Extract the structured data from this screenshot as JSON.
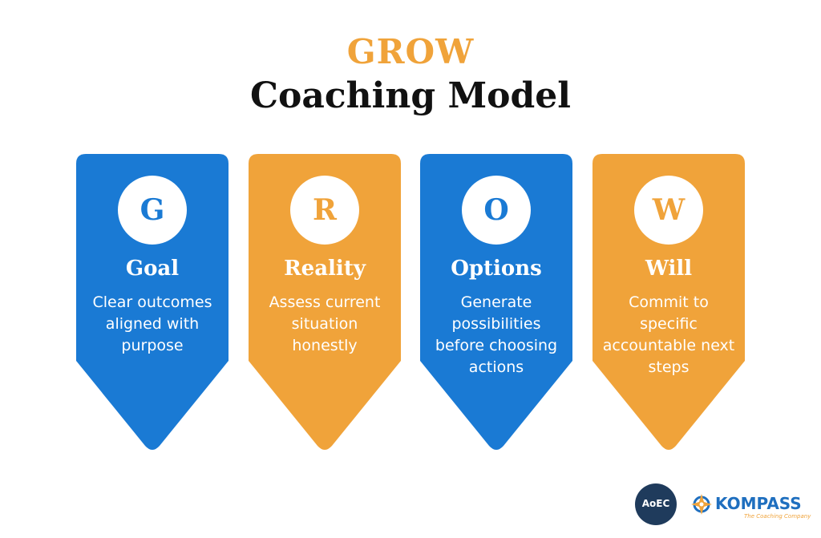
{
  "header": {
    "title_top": "GROW",
    "title_main": "Coaching Model"
  },
  "colors": {
    "blue": "#1a7ad4",
    "orange": "#f0a33a"
  },
  "cards": [
    {
      "letter": "G",
      "title": "Goal",
      "desc": "Clear outcomes aligned with purpose",
      "color": "blue"
    },
    {
      "letter": "R",
      "title": "Reality",
      "desc": "Assess current situation honestly",
      "color": "orange"
    },
    {
      "letter": "O",
      "title": "Options",
      "desc": "Generate possibilities before choosing actions",
      "color": "blue"
    },
    {
      "letter": "W",
      "title": "Will",
      "desc": "Commit to specific accountable next steps",
      "color": "orange"
    }
  ],
  "logos": {
    "aoec": {
      "text": "AoEC",
      "sub": ""
    },
    "kompass": {
      "name": "KOMPASS",
      "tagline": "The Coaching Company"
    }
  }
}
